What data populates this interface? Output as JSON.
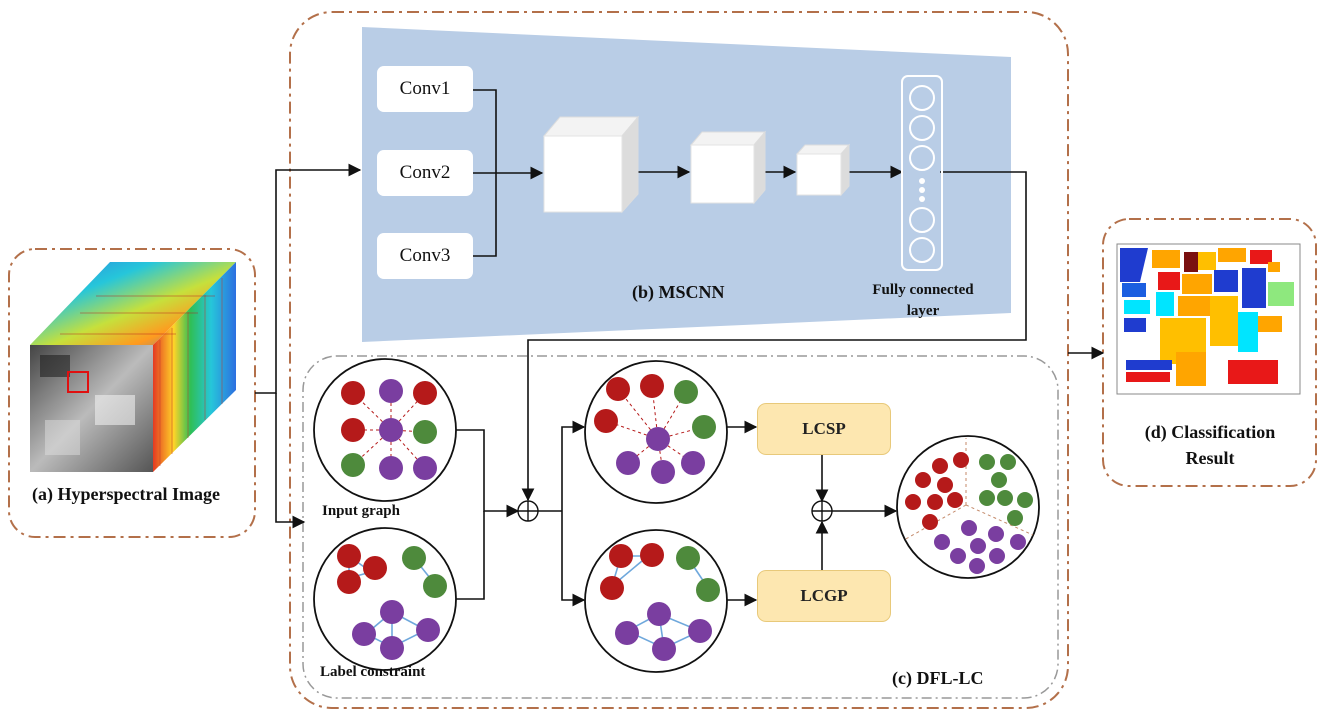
{
  "labels": {
    "hyperspectral_image": "(a) Hyperspectral Image",
    "mscnn": "(b) MSCNN",
    "fully_connected_layer": "Fully connected layer",
    "dfl_lc": "(c) DFL-LC",
    "classification_result": "(d) Classification Result",
    "input_graph": "Input graph",
    "label_constraint": "Label constraint"
  },
  "conv_blocks": [
    "Conv1",
    "Conv2",
    "Conv3"
  ],
  "modules": {
    "lcsp": "LCSP",
    "lcgp": "LCGP"
  },
  "colors": {
    "frame_border": "#b3704a",
    "mscnn_background": "#b9cde6",
    "module_fill": "#fde7b0",
    "node_red": "#b51a1a",
    "node_purple": "#7a3ea0",
    "node_green": "#4e8a3c",
    "edge_blue": "#6fa8dc"
  }
}
